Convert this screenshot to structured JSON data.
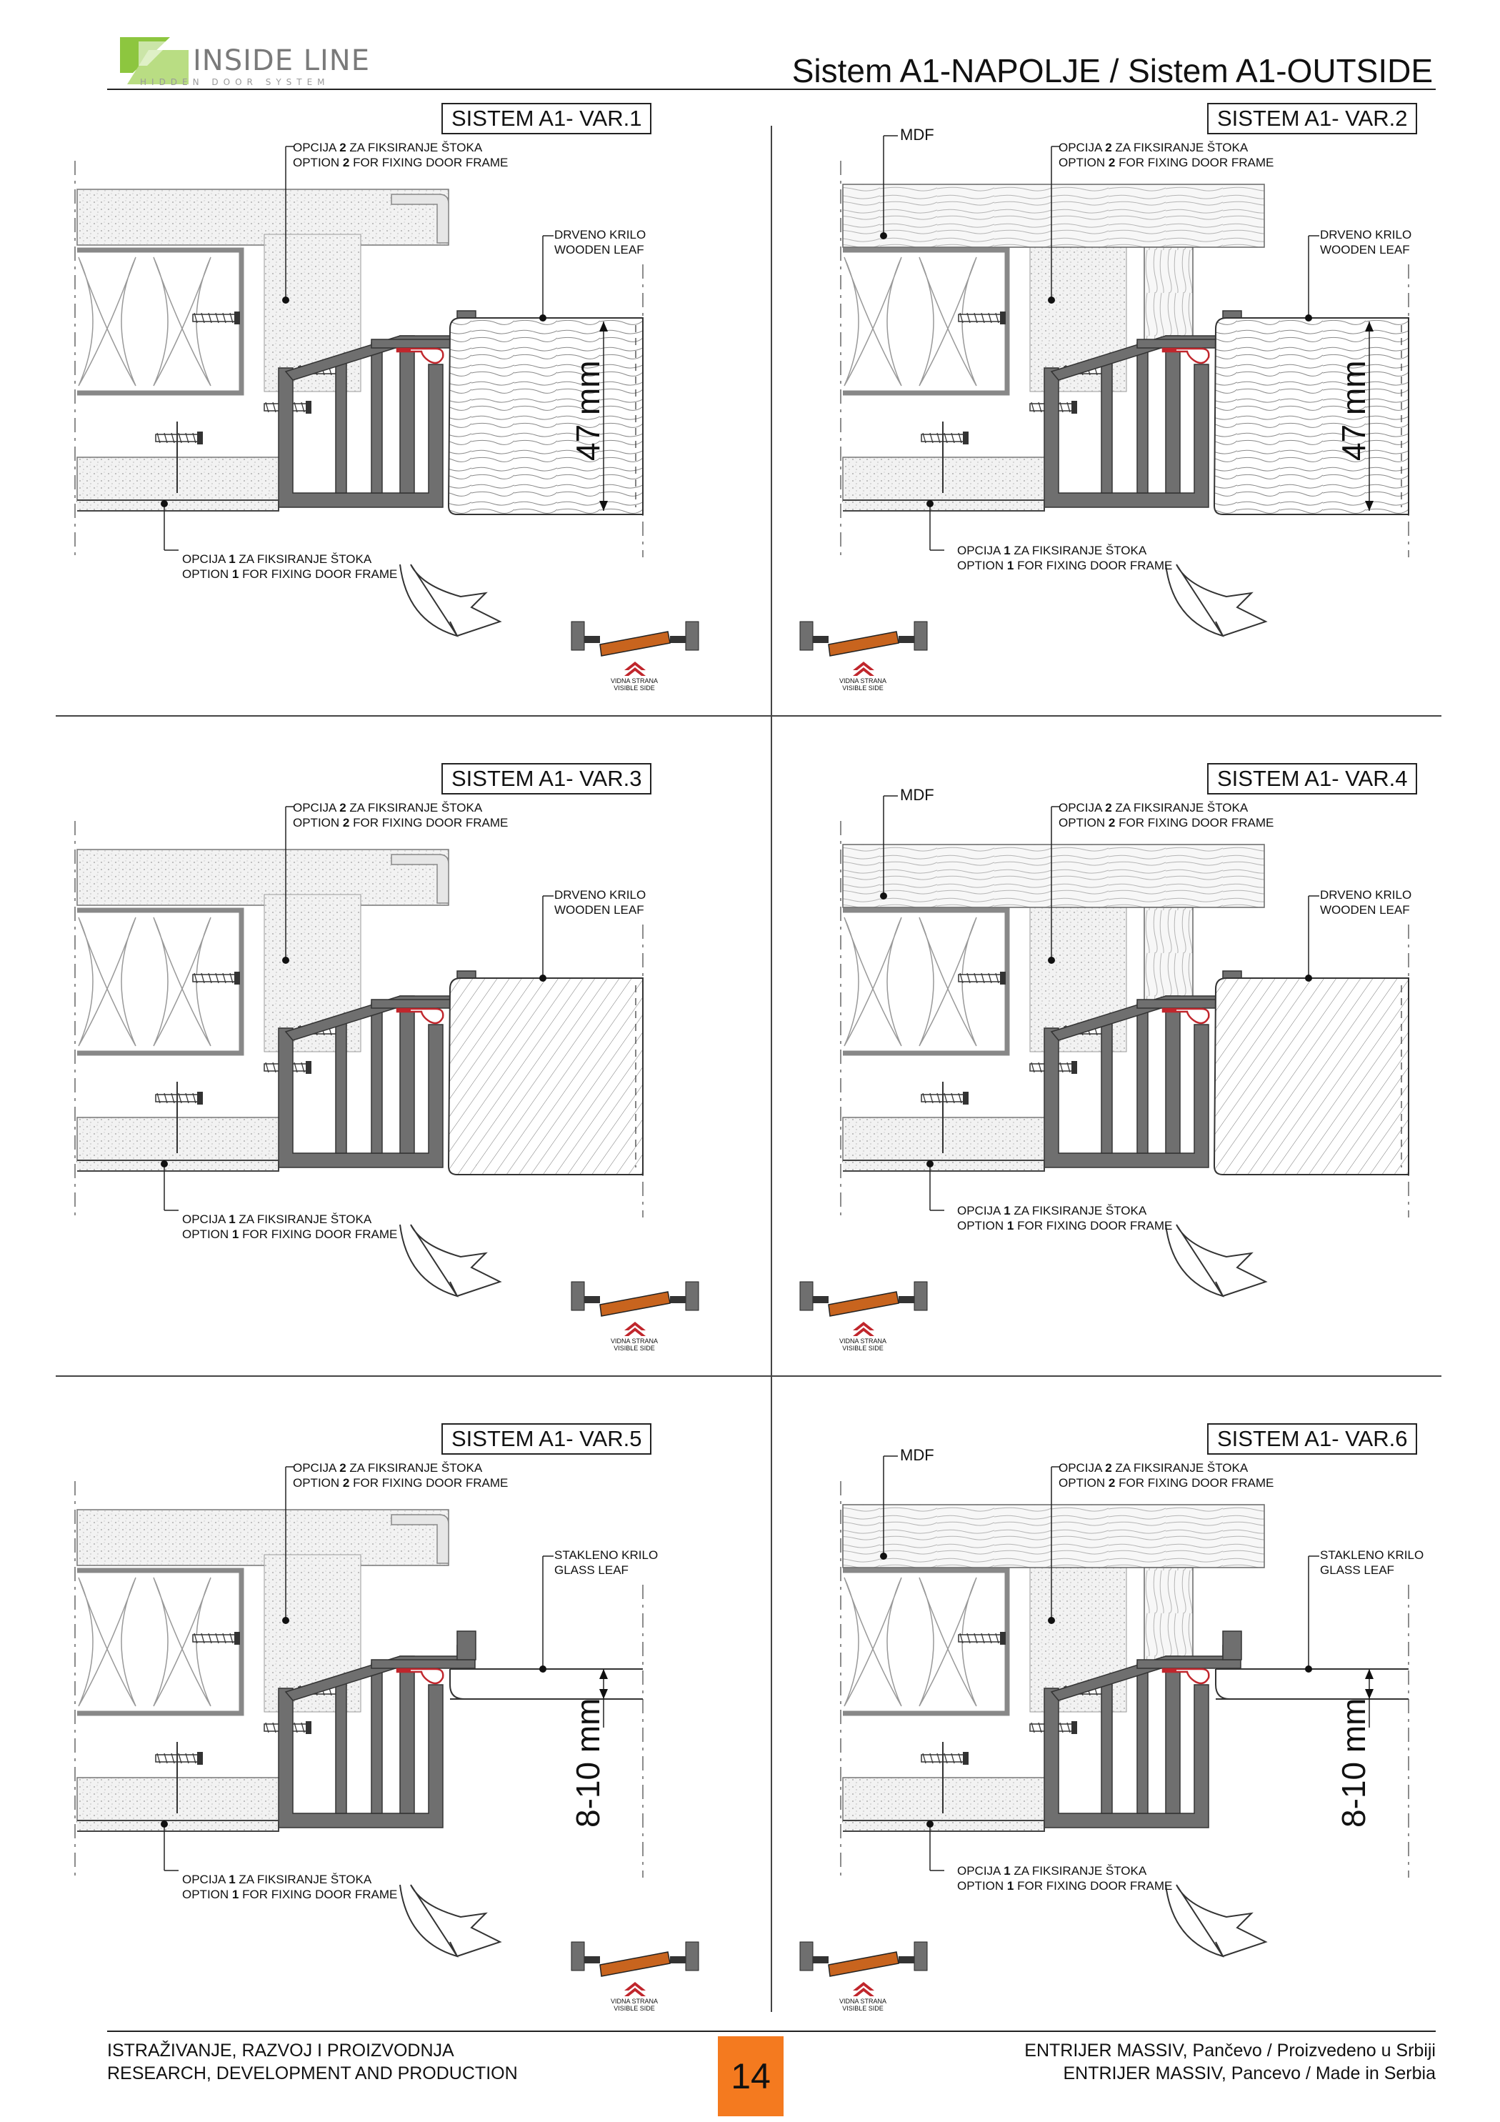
{
  "header": {
    "logo_text": "INSIDE LINE",
    "logo_sub": "HIDDEN DOOR SYSTEM",
    "title": "Sistem A1-NAPOLJE / Sistem A1-OUTSIDE"
  },
  "panels": [
    {
      "title": "SISTEM A1- VAR.1",
      "opt2_a": "OPCIJA",
      "opt2_n": "2",
      "opt2_b": "ZA FIKSIRANJE ŠTOKA",
      "opt2_en_a": "OPTION",
      "opt2_en_b": "FOR FIXING DOOR FRAME",
      "leaf_sr": "DRVENO KRILO",
      "leaf_en": "WOODEN LEAF",
      "dim": "47 mm",
      "opt1_a": "OPCIJA",
      "opt1_n": "1",
      "opt1_b": "ZA FIKSIRANJE ŠTOKA",
      "opt1_en_a": "OPTION",
      "opt1_en_b": "FOR FIXING DOOR FRAME",
      "vis_sr": "VIDNA STRANA",
      "vis_en": "VISIBLE SIDE"
    },
    {
      "title": "SISTEM A1- VAR.2",
      "mdf": "MDF",
      "opt2_a": "OPCIJA",
      "opt2_n": "2",
      "opt2_b": "ZA FIKSIRANJE ŠTOKA",
      "opt2_en_a": "OPTION",
      "opt2_en_b": "FOR FIXING DOOR FRAME",
      "leaf_sr": "DRVENO KRILO",
      "leaf_en": "WOODEN LEAF",
      "dim": "47 mm",
      "opt1_a": "OPCIJA",
      "opt1_n": "1",
      "opt1_b": "ZA FIKSIRANJE ŠTOKA",
      "opt1_en_a": "OPTION",
      "opt1_en_b": "FOR FIXING DOOR FRAME",
      "vis_sr": "VIDNA STRANA",
      "vis_en": "VISIBLE SIDE"
    },
    {
      "title": "SISTEM A1- VAR.3",
      "opt2_a": "OPCIJA",
      "opt2_n": "2",
      "opt2_b": "ZA FIKSIRANJE ŠTOKA",
      "opt2_en_a": "OPTION",
      "opt2_en_b": "FOR FIXING DOOR FRAME",
      "leaf_sr": "DRVENO KRILO",
      "leaf_en": "WOODEN LEAF",
      "opt1_a": "OPCIJA",
      "opt1_n": "1",
      "opt1_b": "ZA FIKSIRANJE ŠTOKA",
      "opt1_en_a": "OPTION",
      "opt1_en_b": "FOR FIXING DOOR FRAME",
      "vis_sr": "VIDNA STRANA",
      "vis_en": "VISIBLE SIDE"
    },
    {
      "title": "SISTEM A1- VAR.4",
      "mdf": "MDF",
      "opt2_a": "OPCIJA",
      "opt2_n": "2",
      "opt2_b": "ZA FIKSIRANJE ŠTOKA",
      "opt2_en_a": "OPTION",
      "opt2_en_b": "FOR FIXING DOOR FRAME",
      "leaf_sr": "DRVENO KRILO",
      "leaf_en": "WOODEN LEAF",
      "opt1_a": "OPCIJA",
      "opt1_n": "1",
      "opt1_b": "ZA FIKSIRANJE ŠTOKA",
      "opt1_en_a": "OPTION",
      "opt1_en_b": "FOR FIXING DOOR FRAME",
      "vis_sr": "VIDNA STRANA",
      "vis_en": "VISIBLE SIDE"
    },
    {
      "title": "SISTEM A1- VAR.5",
      "opt2_a": "OPCIJA",
      "opt2_n": "2",
      "opt2_b": "ZA FIKSIRANJE ŠTOKA",
      "opt2_en_a": "OPTION",
      "opt2_en_b": "FOR FIXING DOOR FRAME",
      "leaf_sr": "STAKLENO KRILO",
      "leaf_en": "GLASS LEAF",
      "dim": "8-10 mm",
      "opt1_a": "OPCIJA",
      "opt1_n": "1",
      "opt1_b": "ZA FIKSIRANJE ŠTOKA",
      "opt1_en_a": "OPTION",
      "opt1_en_b": "FOR FIXING DOOR FRAME",
      "vis_sr": "VIDNA STRANA",
      "vis_en": "VISIBLE SIDE"
    },
    {
      "title": "SISTEM A1- VAR.6",
      "mdf": "MDF",
      "opt2_a": "OPCIJA",
      "opt2_n": "2",
      "opt2_b": "ZA FIKSIRANJE ŠTOKA",
      "opt2_en_a": "OPTION",
      "opt2_en_b": "FOR FIXING DOOR FRAME",
      "leaf_sr": "STAKLENO KRILO",
      "leaf_en": "GLASS LEAF",
      "dim": "8-10 mm",
      "opt1_a": "OPCIJA",
      "opt1_n": "1",
      "opt1_b": "ZA FIKSIRANJE ŠTOKA",
      "opt1_en_a": "OPTION",
      "opt1_en_b": "FOR FIXING DOOR FRAME",
      "vis_sr": "VIDNA STRANA",
      "vis_en": "VISIBLE SIDE"
    }
  ],
  "footer": {
    "left_1": "ISTRAŽIVANJE, RAZVOJ I PROIZVODNJA",
    "left_2": "RESEARCH, DEVELOPMENT AND PRODUCTION",
    "page": "14",
    "right_1": "ENTRIJER MASSIV, Pančevo / Proizvedeno u Srbiji",
    "right_2": "ENTRIJER MASSIV, Pancevo / Made in Serbia"
  },
  "colors": {
    "accent_orange": "#f47a1f",
    "logo_green": "#8dc63f",
    "leaf_brown": "#c8641e",
    "profile_grey": "#6f6f6f",
    "gasket_red": "#c0262c"
  }
}
